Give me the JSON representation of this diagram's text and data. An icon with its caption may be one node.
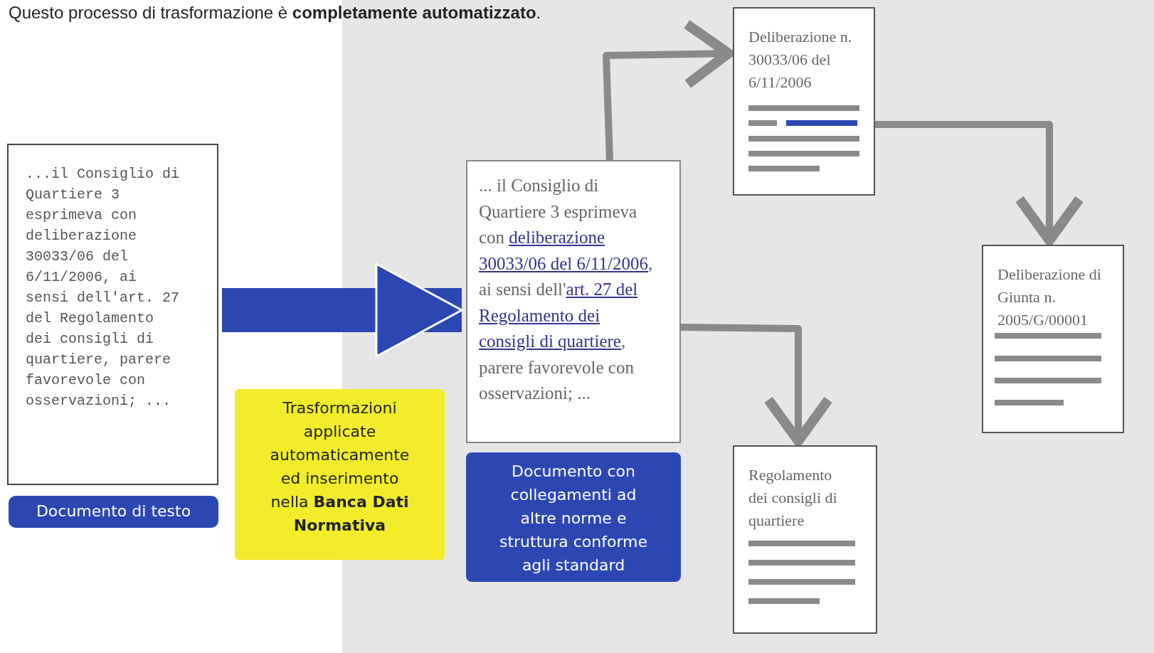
{
  "diagram": {
    "title": "Questo processo di trasformazione è **completamente automatizzato**.",
    "nodes": [
      {
        "text": [
          "...il Consiglio di Quartiere 3 esprimeva con deliberazione 30033/06 del 6/11/2006, ai sensi dell'art. 27 del Regolamento dei consigli di quartiere, parere favorevole con osservazioni; ..."
        ]
      },
      {
        "text": [
          "Documento di testo"
        ]
      },
      {
        "text": [
          "Trasformazioni applicate automaticamente ed inserimento nella **Banca Dati Normativa**"
        ]
      },
      {
        "text": [
          "... il Consiglio di Quartiere 3 esprimeva con",
          "deliberazione 30033/06 del 6/11/2006",
          ", ai sensi dell'",
          "art. 27 del Regolamento dei consigli di quartiere",
          ", parere favorevole con osservazioni; ..."
        ]
      },
      {
        "text": [
          "Documento con collegamenti ad altre norme e struttura conforme agli standard"
        ]
      },
      {
        "text": [
          "Deliberazione n. 30033/06 del 6/11/2006"
        ]
      },
      {
        "text": [
          "Deliberazione di Giunta n. 2005/G/00001"
        ]
      },
      {
        "text": [
          "Regolamento dei consigli di quartiere"
        ]
      }
    ],
    "edges": [
      {
        "from": 0,
        "to": 3,
        "arrow": "to",
        "style": "thick",
        "color": "#2b48b2"
      },
      {
        "from": 3,
        "to": 5,
        "arrow": "to"
      },
      {
        "from": 5,
        "to": 6,
        "arrow": "to"
      },
      {
        "from": 3,
        "to": 7,
        "arrow": "to"
      }
    ]
  }
}
